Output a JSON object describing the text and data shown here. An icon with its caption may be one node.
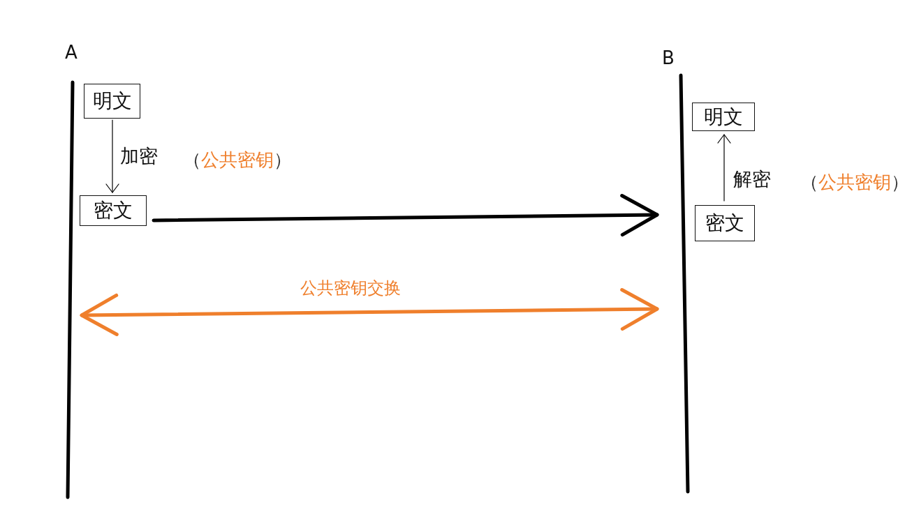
{
  "diagram": {
    "nodes": [
      {
        "text": [
          "A"
        ]
      },
      {
        "text": [
          "明文"
        ]
      },
      {
        "text": [
          "密文"
        ]
      },
      {
        "text": [
          "B"
        ]
      },
      {
        "text": [
          "明文"
        ]
      },
      {
        "text": [
          "密文"
        ]
      }
    ],
    "edges": [
      {
        "from": 1,
        "to": 2,
        "arrow": "to",
        "label": "加密"
      },
      {
        "from": 2,
        "to": 3,
        "arrow": "to",
        "style": "thick"
      },
      {
        "from": 5,
        "to": 4,
        "arrow": "to",
        "label": "解密"
      },
      {
        "from": 0,
        "to": 3,
        "arrow": "both",
        "style": "thick",
        "color": "#ef7f2c",
        "label": "公共密钥交换"
      }
    ],
    "labels": [
      "（公共密钥）",
      "（公共密钥）"
    ]
  }
}
